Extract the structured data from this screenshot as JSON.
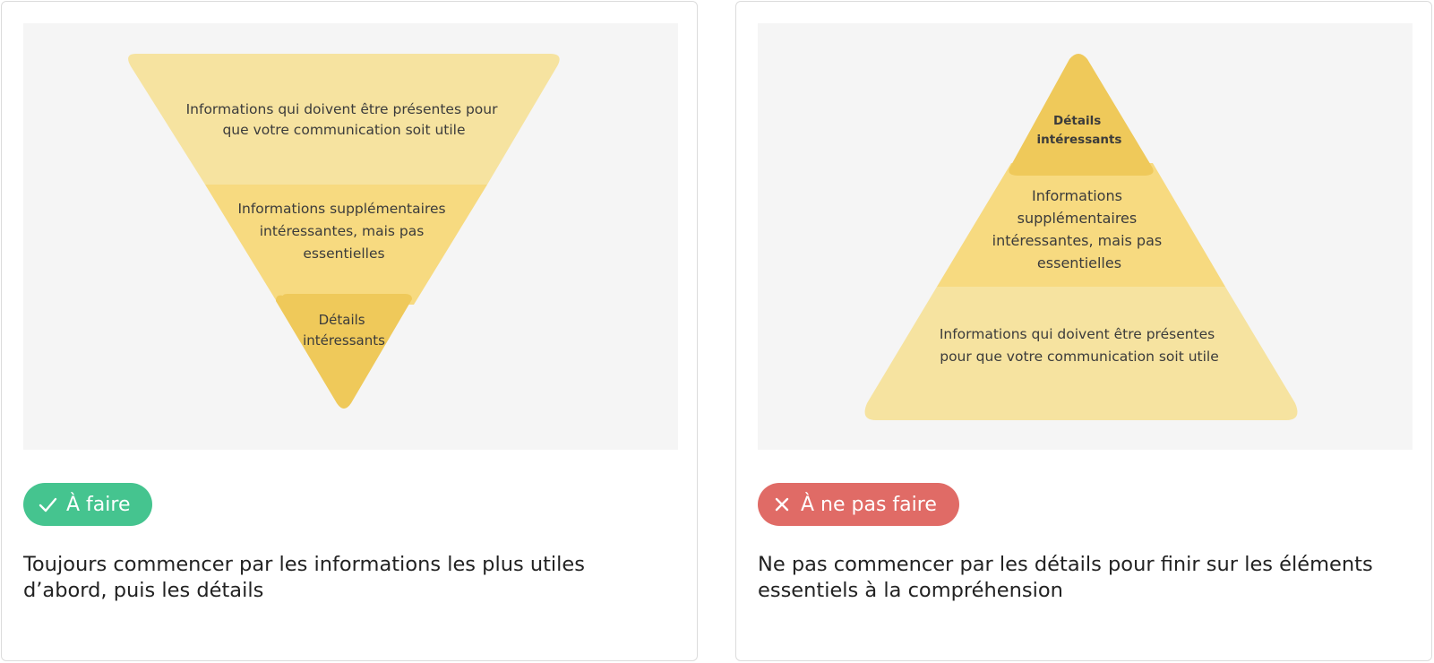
{
  "cards": [
    {
      "badge": "À faire",
      "badge_icon": "check-icon",
      "badge_color": "#45c48f",
      "caption": "Toujours commencer par les informations les plus utiles d’abord, puis les détails",
      "diagram": {
        "top": [
          "Informations qui doivent être présentes pour",
          "que votre communication soit utile"
        ],
        "middle": [
          "Informations supplémentaires",
          "intéressantes, mais pas",
          "essentielles"
        ],
        "bottom": [
          "Détails",
          "intéressants"
        ]
      }
    },
    {
      "badge": "À ne pas faire",
      "badge_icon": "close-icon",
      "badge_color": "#e06b66",
      "caption": "Ne pas commencer par les détails pour finir sur les éléments essentiels à la compréhension",
      "diagram": {
        "top": [
          "Détails",
          "intéressants"
        ],
        "middle": [
          "Informations",
          "supplémentaires",
          "intéressantes, mais pas",
          "essentielles"
        ],
        "bottom": [
          "Informations qui doivent être présentes",
          "pour que votre communication soit utile"
        ]
      }
    }
  ],
  "colors": {
    "level_light": "#f6e3a0",
    "level_mid": "#f7da80",
    "level_dark": "#efc95a"
  }
}
